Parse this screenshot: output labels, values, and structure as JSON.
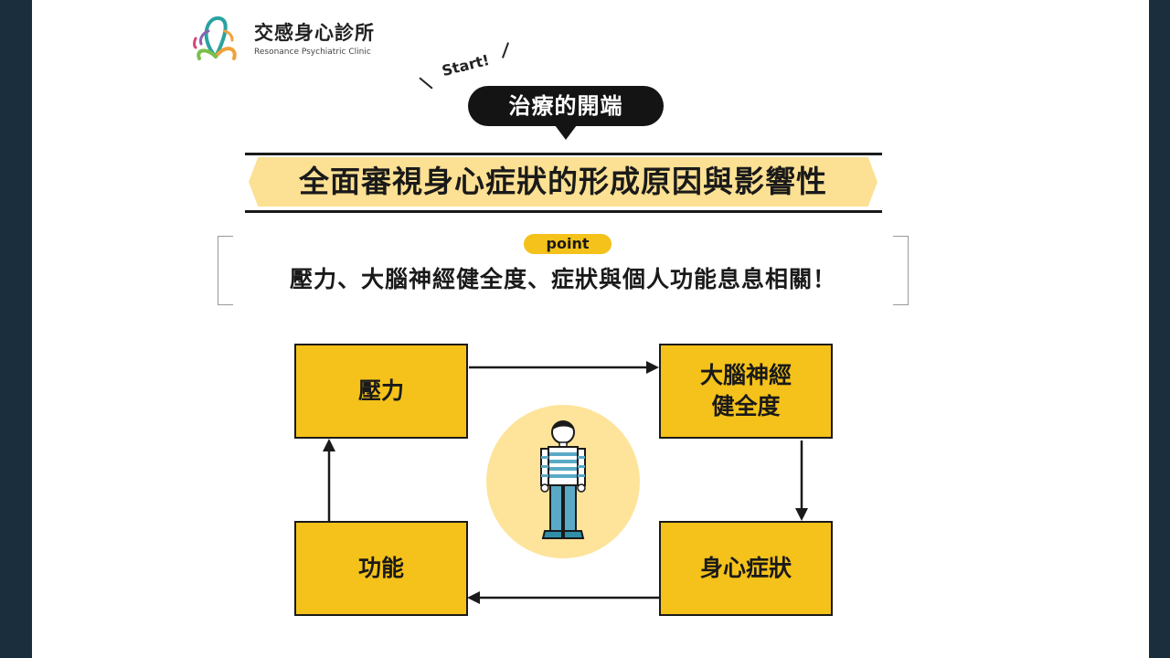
{
  "logo": {
    "name": "交感身心診所",
    "subtitle": "Resonance Psychiatric Clinic"
  },
  "start_tag": "Start!",
  "bubble": "治療的開端",
  "headline": "全面審視身心症狀的形成原因與影響性",
  "point": {
    "label": "point",
    "text": "壓力、大腦神經健全度、症狀與個人功能息息相關！"
  },
  "cycle": {
    "stress": "壓力",
    "brain_line1": "大腦神經",
    "brain_line2": "健全度",
    "symptom": "身心症狀",
    "function": "功能"
  },
  "colors": {
    "accent": "#f4c21a",
    "banner": "#fce093",
    "circle": "#fde49a",
    "ink": "#1a1a1a",
    "frame": "#1b2e3d"
  },
  "icons": [
    "clinic-logo-icon",
    "person-illustration-icon",
    "arrow-right-icon",
    "arrow-down-icon",
    "arrow-left-icon",
    "arrow-up-icon"
  ]
}
